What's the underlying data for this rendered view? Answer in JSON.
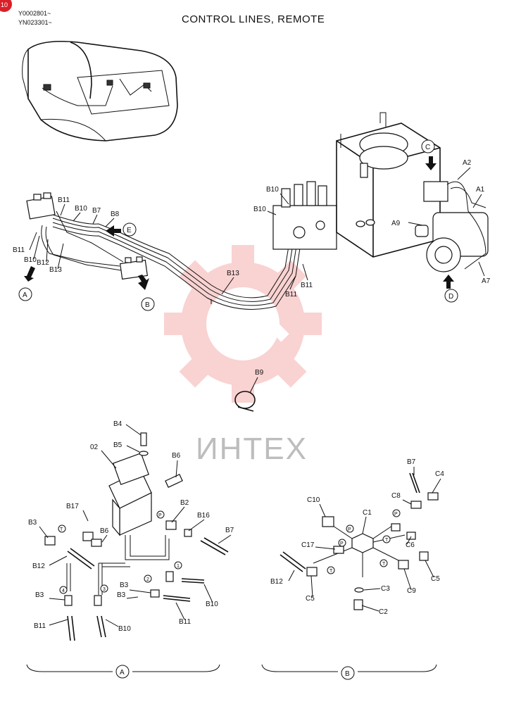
{
  "header": {
    "codes": [
      "Y0002801~",
      "YN023301~"
    ],
    "title": "CONTROL LINES, REMOTE",
    "corner_badge": "10"
  },
  "watermark": {
    "text": "ИНТЕХ"
  },
  "callouts": {
    "A": "A",
    "B": "B",
    "C": "C",
    "D": "D",
    "E": "E",
    "P": "P",
    "T": "T",
    "one": "1",
    "two": "2",
    "three": "3",
    "four": "4"
  },
  "labels": {
    "B11_a": "B11",
    "B10_a": "B10",
    "B7_a": "B7",
    "B8_a": "B8",
    "B11_b": "B11",
    "B10_b": "B10",
    "B12_a": "B12",
    "B13_a": "B13",
    "B10_c": "B10",
    "B10_d": "B10",
    "B13_b": "B13",
    "B11_c": "B11",
    "B11_d": "B11",
    "A2": "A2",
    "A1": "A1",
    "A9": "A9",
    "A7": "A7",
    "B9": "B9",
    "B4": "B4",
    "B5": "B5",
    "02": "02",
    "B6_a": "B6",
    "B17": "B17",
    "B6_b": "B6",
    "B2": "B2",
    "B16": "B16",
    "B7_b": "B7",
    "B3_a": "B3",
    "B12_b": "B12",
    "B3_b": "B3",
    "B3_c": "B3",
    "B3_d": "B3",
    "B11_e": "B11",
    "B10_e": "B10",
    "B10_f": "B10",
    "B11_f": "B11",
    "B7_c": "B7",
    "C4": "C4",
    "C8": "C8",
    "C10": "C10",
    "C1": "C1",
    "C17": "C17",
    "C6": "C6",
    "B12_c": "B12",
    "C5_a": "C5",
    "C9": "C9",
    "C5_b": "C5",
    "C3": "C3",
    "C2": "C2"
  },
  "section_marks": {
    "left": "A",
    "right": "B"
  }
}
